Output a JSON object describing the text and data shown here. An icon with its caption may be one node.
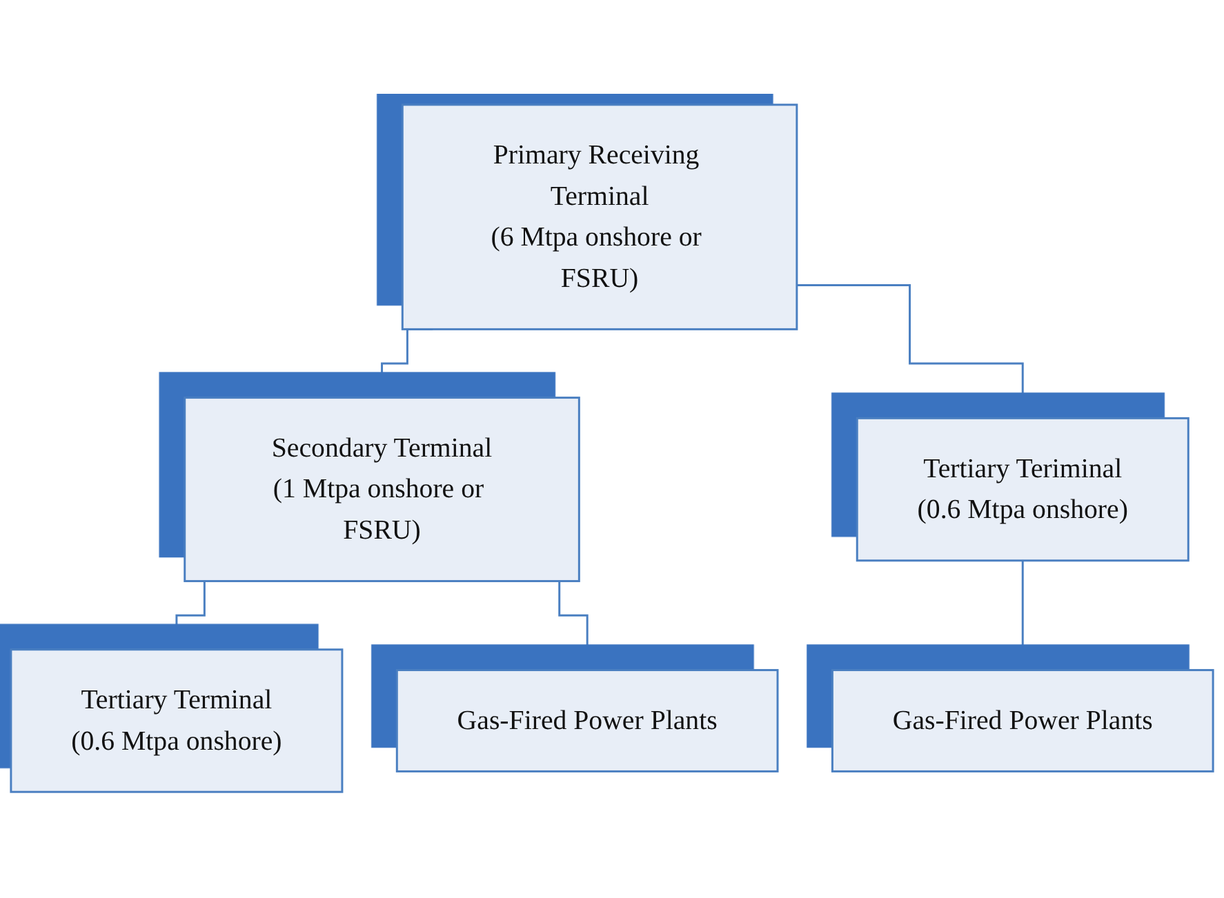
{
  "diagram": {
    "nodes": [
      {
        "text": [
          "Primary Receiving Terminal",
          "(6 Mtpa onshore or FSRU)"
        ]
      },
      {
        "text": [
          "Secondary Terminal",
          "(1 Mtpa onshore or FSRU)"
        ]
      },
      {
        "text": [
          "Tertiary Teriminal",
          "(0.6 Mtpa onshore)"
        ]
      },
      {
        "text": [
          "Tertiary Terminal",
          "(0.6 Mtpa onshore)"
        ]
      },
      {
        "text": [
          "Gas-Fired Power Plants"
        ]
      },
      {
        "text": [
          "Gas-Fired Power Plants"
        ]
      }
    ],
    "edges": [
      {
        "from": 0,
        "to": 1,
        "arrow": "none"
      },
      {
        "from": 0,
        "to": 2,
        "arrow": "none"
      },
      {
        "from": 1,
        "to": 3,
        "arrow": "none"
      },
      {
        "from": 1,
        "to": 4,
        "arrow": "none"
      },
      {
        "from": 2,
        "to": 5,
        "arrow": "none"
      }
    ]
  }
}
